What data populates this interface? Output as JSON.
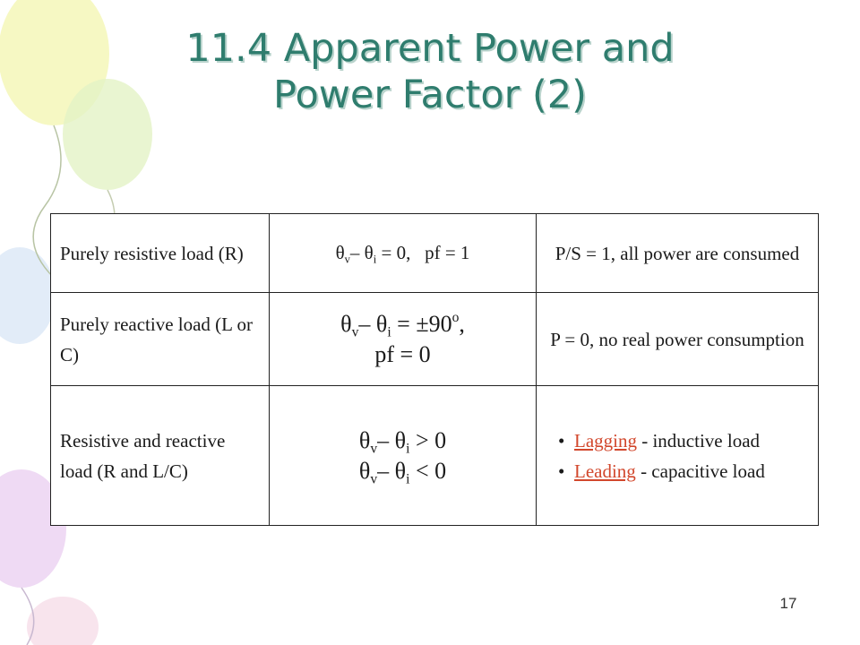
{
  "slide": {
    "title_line1": "11.4 Apparent Power and",
    "title_line2": "Power Factor (2)",
    "page_number": "17"
  },
  "table": {
    "rows": [
      {
        "load_type": "Purely resistive load (R)",
        "condition": {
          "theta": "θ",
          "v": "v",
          "dash": "– ",
          "i": "i",
          "relation": " = 0,   pf = 1"
        },
        "result": "P/S = 1, all power are consumed"
      },
      {
        "load_type": "Purely reactive load (L or C)",
        "condition": {
          "theta": "θ",
          "v": "v",
          "dash": "– ",
          "i": "i",
          "relation": " = ±90",
          "degree": "o",
          "suffix": ",",
          "pf": "pf = 0"
        },
        "result": "P = 0, no real power consumption"
      },
      {
        "load_type": "Resistive and reactive load (R and L/C)",
        "condition_lines": [
          {
            "theta": "θ",
            "v": "v",
            "dash": "– ",
            "i": "i",
            "relation": " > 0"
          },
          {
            "theta": "θ",
            "v": "v",
            "dash": "– ",
            "i": "i",
            "relation": " < 0"
          }
        ],
        "bullets": [
          {
            "bullet": "•",
            "term": "Lagging",
            "rest": " - inductive load"
          },
          {
            "bullet": "•",
            "term": "Leading",
            "rest": " - capacitive load"
          }
        ]
      }
    ]
  },
  "colors": {
    "title": "#2f7d6e",
    "highlight": "#d2472c",
    "text": "#1a1a1a"
  }
}
